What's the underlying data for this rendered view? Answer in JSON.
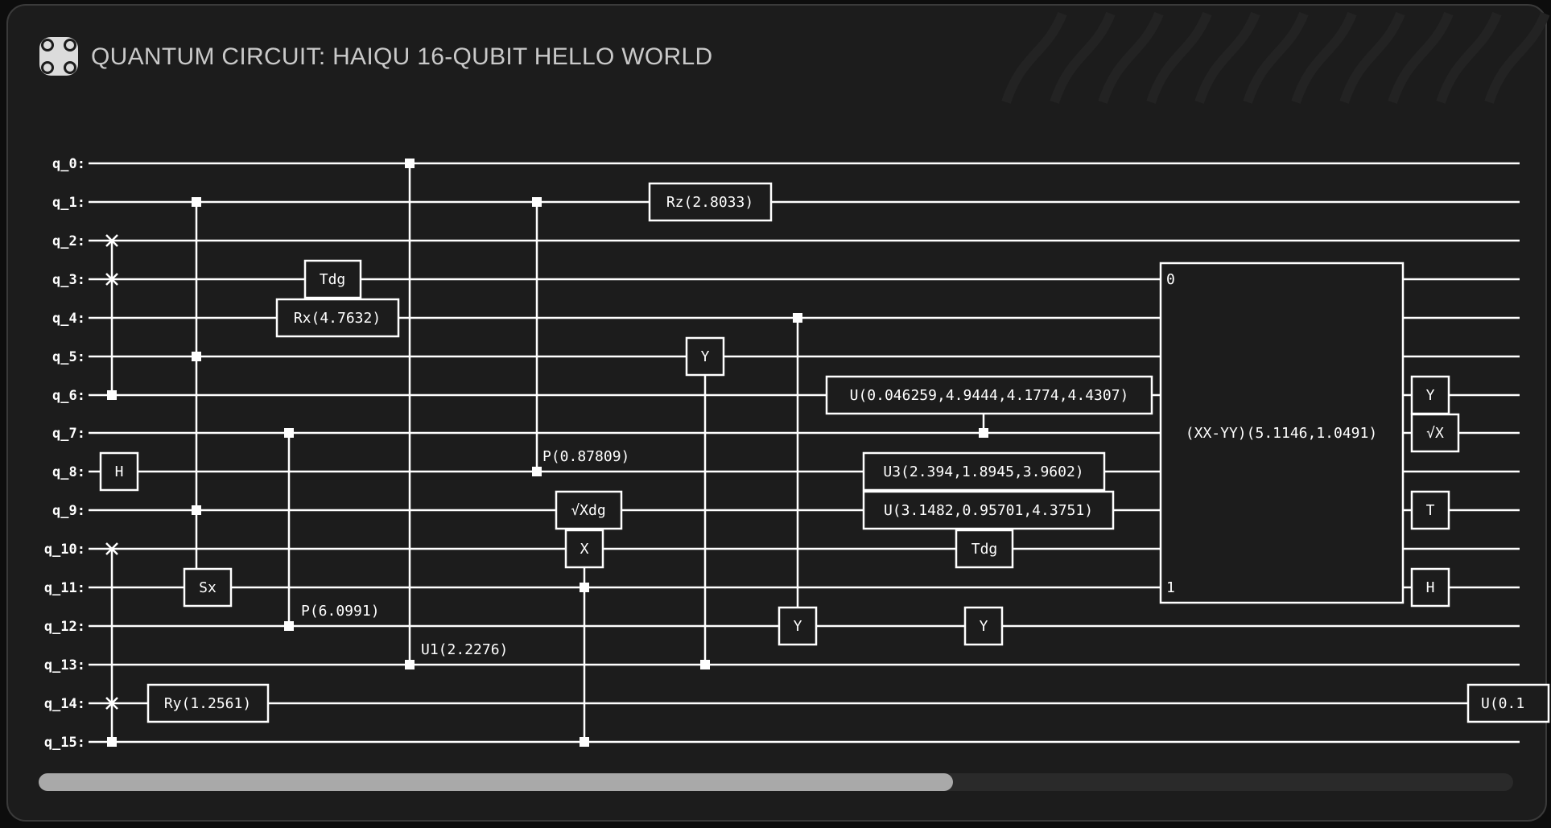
{
  "header": {
    "title": "QUANTUM CIRCUIT: HAIQU 16-QUBIT HELLO WORLD",
    "logo_icon": "haiqu-logo-icon"
  },
  "colors": {
    "panel_bg": "#1c1c1c",
    "wire": "#ffffff",
    "title_text": "#c9c9c9",
    "scroll_thumb": "#a9a9a9"
  },
  "qubits": [
    "q_0:",
    "q_1:",
    "q_2:",
    "q_3:",
    "q_4:",
    "q_5:",
    "q_6:",
    "q_7:",
    "q_8:",
    "q_9:",
    "q_10:",
    "q_11:",
    "q_12:",
    "q_13:",
    "q_14:",
    "q_15:"
  ],
  "gates": {
    "h_q8": "H",
    "ry_q14": "Ry(1.2561)",
    "sx_q11": "Sx",
    "tdg_q3": "Tdg",
    "rx_q4": "Rx(4.7632)",
    "p_q7_12": "P(6.0991)",
    "u1_q0_13": "U1(2.2276)",
    "p_q1_8": "P(0.87809)",
    "sxdg_q9": "√Xdg",
    "x_q10": "X",
    "rz_q1": "Rz(2.8033)",
    "y_q5": "Y",
    "y_q12": "Y",
    "u_q6": "U(0.046259,4.9444,4.1774,4.4307)",
    "u3_q8": "U3(2.394,1.8945,3.9602)",
    "u_q9": "U(3.1482,0.95701,4.3751)",
    "tdg_q10": "Tdg",
    "y_q12b": "Y",
    "xxyy": "(XX-YY)(5.1146,1.0491)",
    "xxyy_port0": "0",
    "xxyy_port1": "1",
    "y_q6": "Y",
    "sx_q7": "√X",
    "t_q9": "T",
    "h_q11": "H",
    "u_q14": "U(0.1"
  },
  "scrollbar": {
    "position_fraction": 0,
    "visible_fraction": 0.62
  }
}
